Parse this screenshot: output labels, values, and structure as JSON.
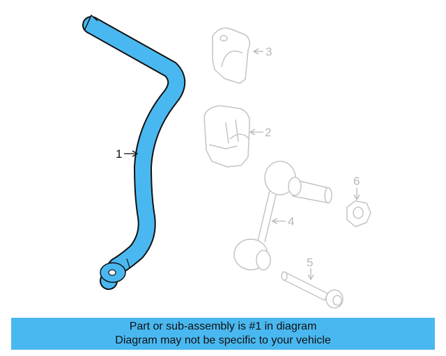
{
  "diagram": {
    "callouts": {
      "c1": "1",
      "c2": "2",
      "c3": "3",
      "c4": "4",
      "c5": "5",
      "c6": "6"
    },
    "colors": {
      "highlight": "#4ab8f0",
      "outline": "#111111",
      "faded": "#c4c4c4"
    }
  },
  "banner": {
    "line1": "Part or sub-assembly is #1 in diagram",
    "line2": "Diagram may not be specific to your vehicle"
  }
}
